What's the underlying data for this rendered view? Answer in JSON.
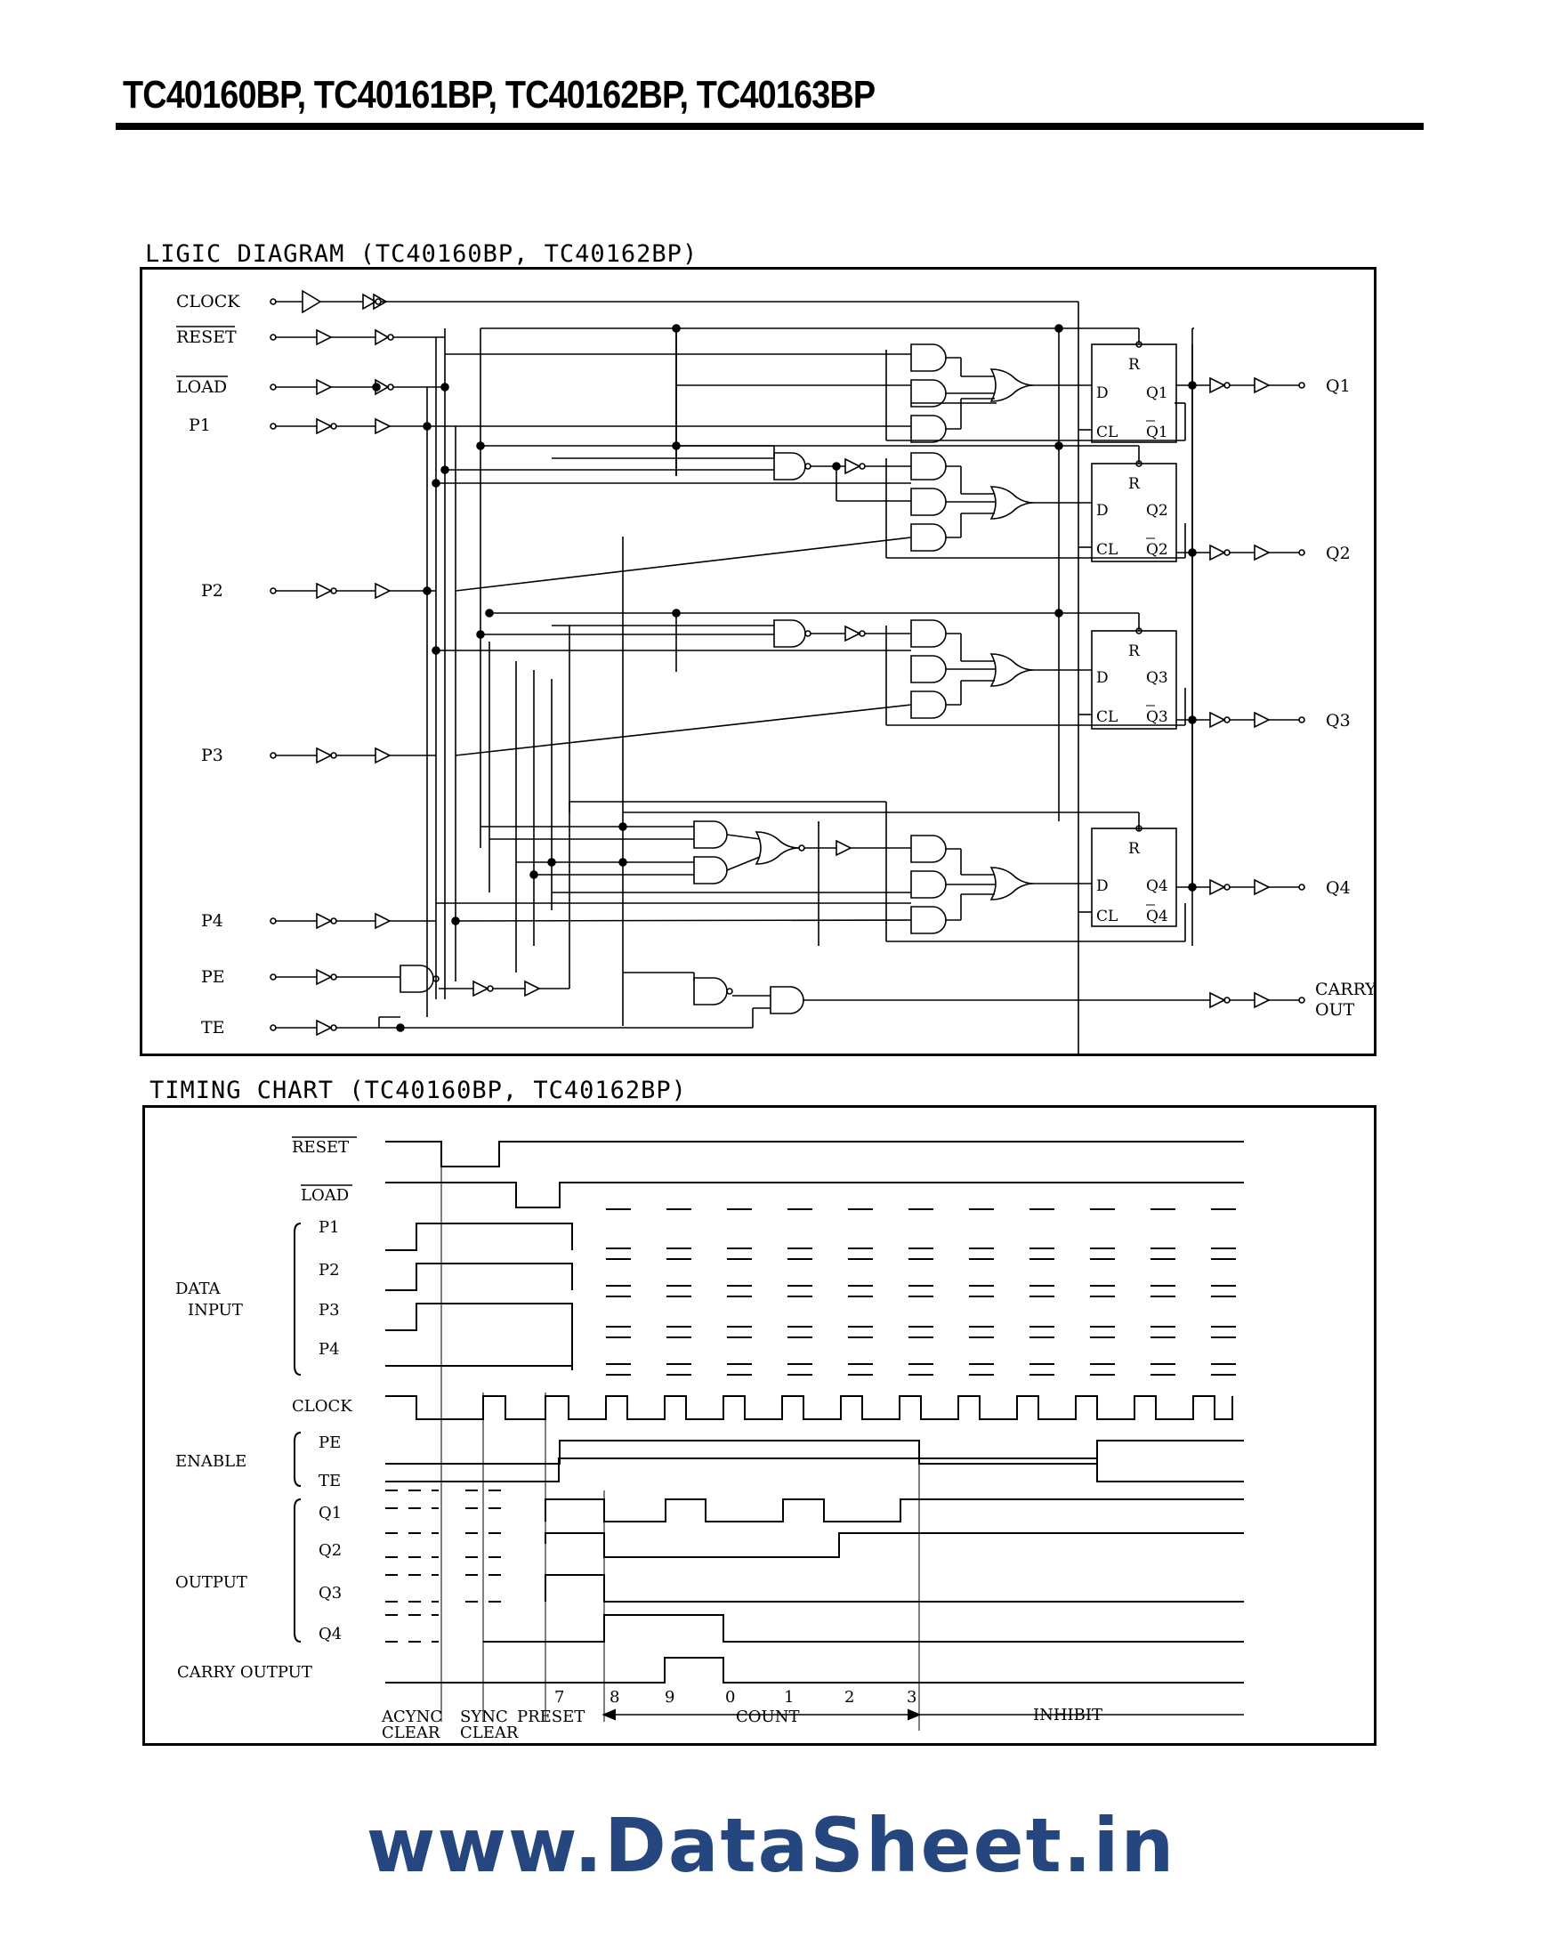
{
  "header": {
    "title": "TC40160BP, TC40161BP, TC40162BP, TC40163BP"
  },
  "logic": {
    "title": "LIGIC DIAGRAM  (TC40160BP, TC40162BP)",
    "inputs": {
      "clock": "CLOCK",
      "reset": "RESET",
      "load": "LOAD",
      "p1": "P1",
      "p2": "P2",
      "p3": "P3",
      "p4": "P4",
      "pe": "PE",
      "te": "TE"
    },
    "outputs": {
      "q1": "Q1",
      "q2": "Q2",
      "q3": "Q3",
      "q4": "Q4",
      "carry1": "CARRY",
      "carry2": "OUT"
    },
    "ff": {
      "r": "R",
      "d": "D",
      "cl": "CL"
    }
  },
  "timing": {
    "title": "TIMING CHART  (TC40160BP, TC40162BP)",
    "signals": {
      "reset": "RESET",
      "load": "LOAD",
      "p1": "P1",
      "p2": "P2",
      "p3": "P3",
      "p4": "P4",
      "clock": "CLOCK",
      "pe": "PE",
      "te": "TE",
      "q1": "Q1",
      "q2": "Q2",
      "q3": "Q3",
      "q4": "Q4",
      "carry": "CARRY OUTPUT"
    },
    "groups": {
      "data1": "DATA",
      "data2": "INPUT",
      "enable": "ENABLE",
      "output": "OUTPUT"
    },
    "counts": [
      "7",
      "8",
      "9",
      "0",
      "1",
      "2",
      "3"
    ],
    "phases": {
      "async1": "ACYNC",
      "async2": "CLEAR",
      "sync1": "SYNC",
      "sync2": "CLEAR",
      "preset": "PRESET",
      "count": "COUNT",
      "inhibit": "INHIBIT"
    }
  },
  "watermark": "www.DataSheet.in"
}
